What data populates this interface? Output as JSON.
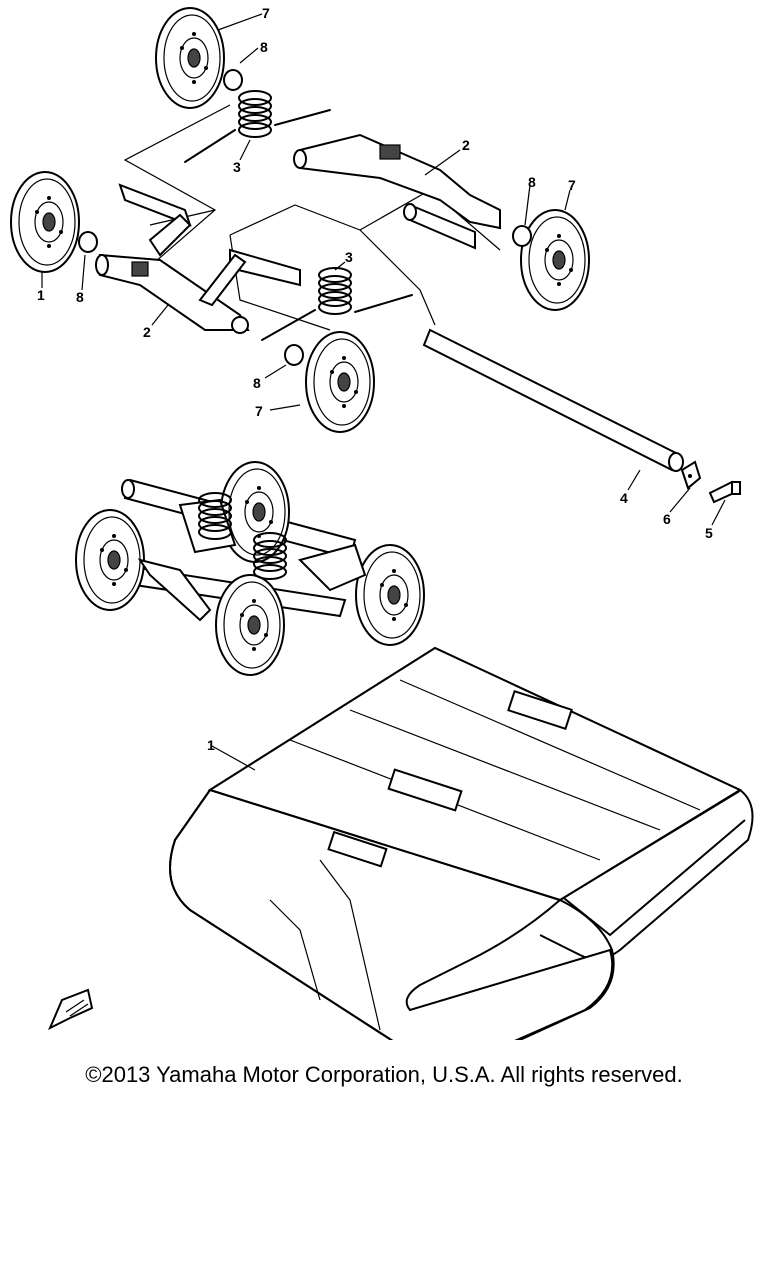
{
  "callouts": [
    "7",
    "8",
    "3",
    "2",
    "8",
    "7",
    "3",
    "1",
    "8",
    "2",
    "8",
    "7",
    "4",
    "6",
    "5",
    "1"
  ],
  "footer": {
    "copyright": "©2013 Yamaha Motor Corporation, U.S.A. All rights reserved."
  }
}
